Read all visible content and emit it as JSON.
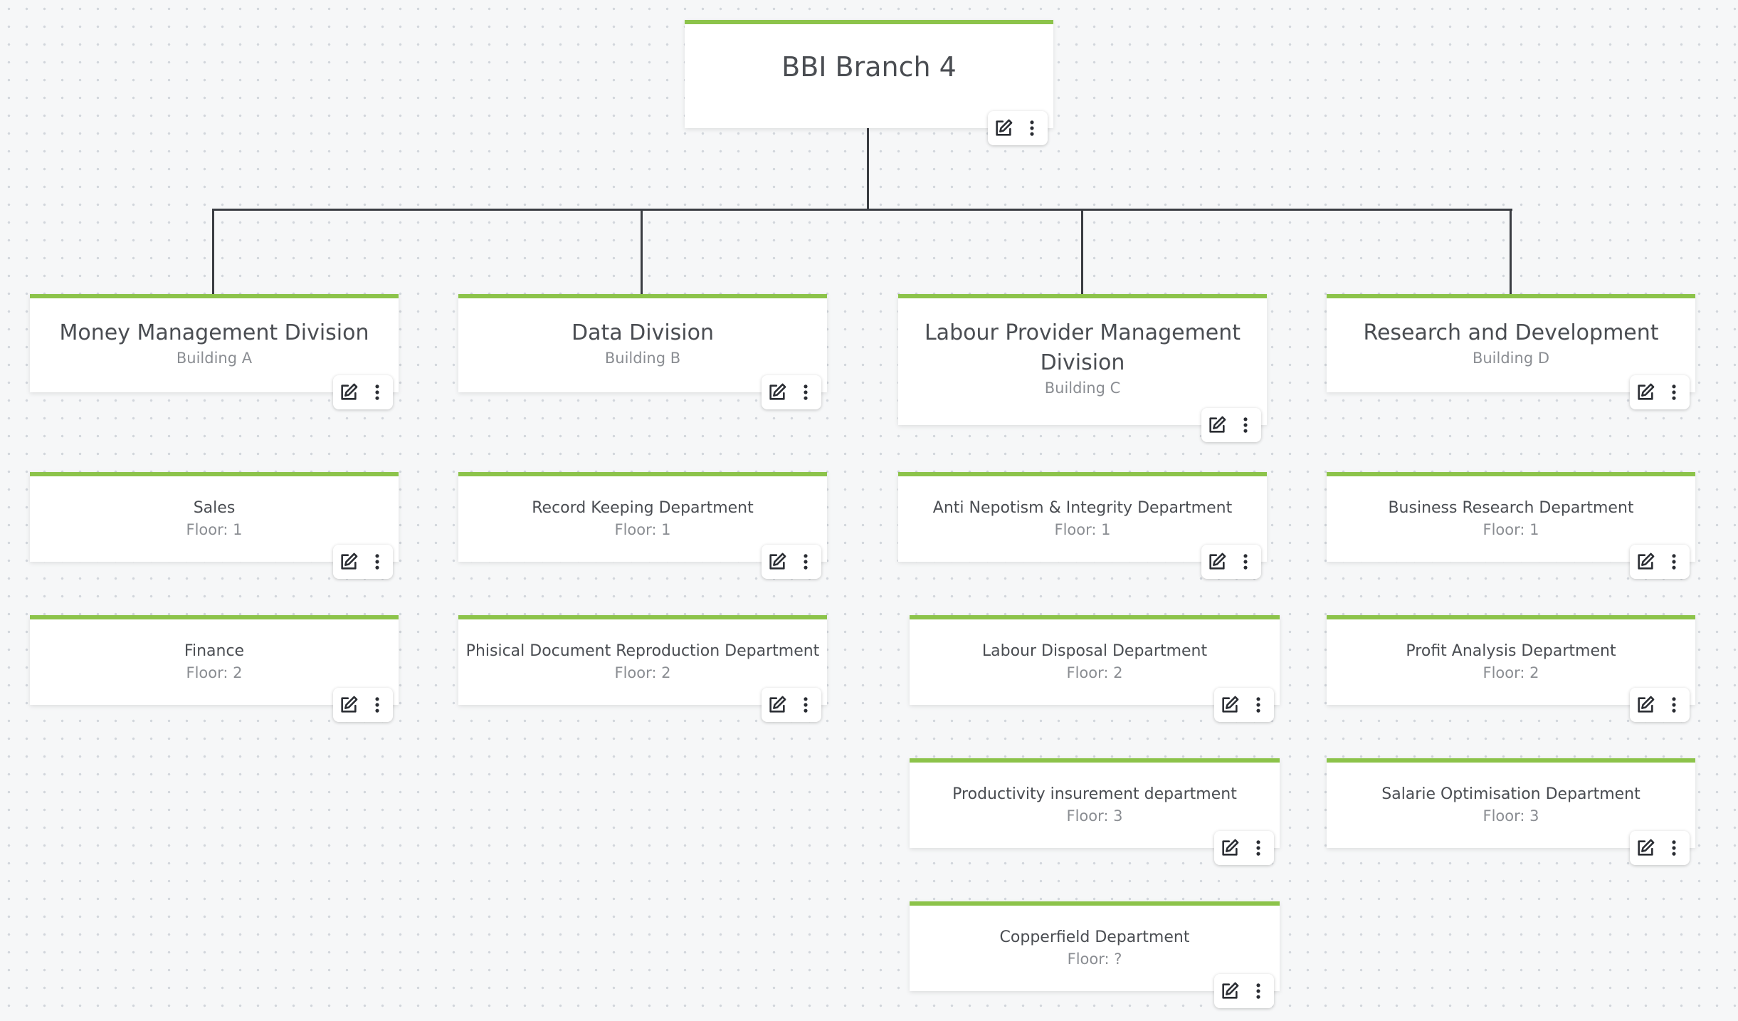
{
  "root": {
    "title": "BBI Branch 4"
  },
  "divisions": [
    {
      "title": "Money Management Division",
      "subtitle": "Building A",
      "departments": [
        {
          "title": "Sales",
          "floor": "Floor: 1"
        },
        {
          "title": "Finance",
          "floor": "Floor: 2"
        }
      ]
    },
    {
      "title": "Data Division",
      "subtitle": "Building B",
      "departments": [
        {
          "title": "Record Keeping Department",
          "floor": "Floor: 1"
        },
        {
          "title": "Phisical Document Reproduction Department",
          "floor": "Floor: 2"
        }
      ]
    },
    {
      "title": "Labour Provider Management Division",
      "subtitle": "Building C",
      "departments": [
        {
          "title": "Anti Nepotism & Integrity Department",
          "floor": "Floor: 1"
        },
        {
          "title": "Labour Disposal Department",
          "floor": "Floor: 2"
        },
        {
          "title": "Productivity insurement department",
          "floor": "Floor: 3"
        },
        {
          "title": "Copperfield Department",
          "floor": "Floor: ?"
        }
      ]
    },
    {
      "title": "Research and Development",
      "subtitle": "Building D",
      "departments": [
        {
          "title": "Business Research Department",
          "floor": "Floor: 1"
        },
        {
          "title": "Profit Analysis Department",
          "floor": "Floor: 2"
        },
        {
          "title": "Salarie Optimisation Department",
          "floor": "Floor: 3"
        }
      ]
    }
  ],
  "icons": {
    "edit": "edit-icon",
    "more": "more-vertical-icon"
  },
  "colors": {
    "accent": "#8cc34a",
    "connector": "#3a3d42",
    "background": "#f6f7f8"
  }
}
